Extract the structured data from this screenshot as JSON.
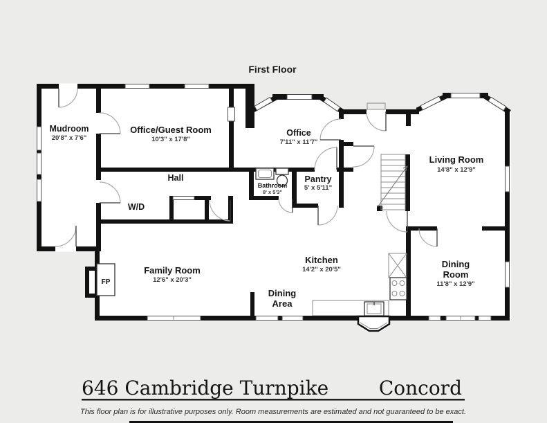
{
  "title": "First Floor",
  "rooms": {
    "mudroom": {
      "name": "Mudroom",
      "dims": "20'8\" x 7'6\""
    },
    "office_guest": {
      "name": "Office/Guest Room",
      "dims": "10'3\" x 17'8\""
    },
    "office": {
      "name": "Office",
      "dims": "7'11\" x 11'7\""
    },
    "hall": {
      "name": "Hall"
    },
    "bathroom": {
      "name": "Bathroom",
      "dims": "8' x 5'3\""
    },
    "pantry": {
      "name": "Pantry",
      "dims": "5' x 5'11\""
    },
    "laundry": {
      "name": "W/D"
    },
    "living": {
      "name": "Living Room",
      "dims": "14'8\" x 12'9\""
    },
    "family": {
      "name": "Family Room",
      "dims": "12'6\" x 20'3\""
    },
    "kitchen": {
      "name": "Kitchen",
      "dims": "14'2\" x 20'5\""
    },
    "dining_area": {
      "line1": "Dining",
      "line2": "Area"
    },
    "dining_room": {
      "line1": "Dining",
      "line2": "Room",
      "dims": "11'8\" x 12'9\""
    },
    "fireplace": {
      "abbr": "FP"
    }
  },
  "footer": {
    "address": "646 Cambridge Turnpike",
    "city": "Concord",
    "disclaimer": "This floor plan is for illustrative purposes only. Room measurements are estimated and not guaranteed to be exact."
  },
  "colors": {
    "wall": "#121212",
    "floor": "#ffffff",
    "background": "#ECECEA"
  }
}
